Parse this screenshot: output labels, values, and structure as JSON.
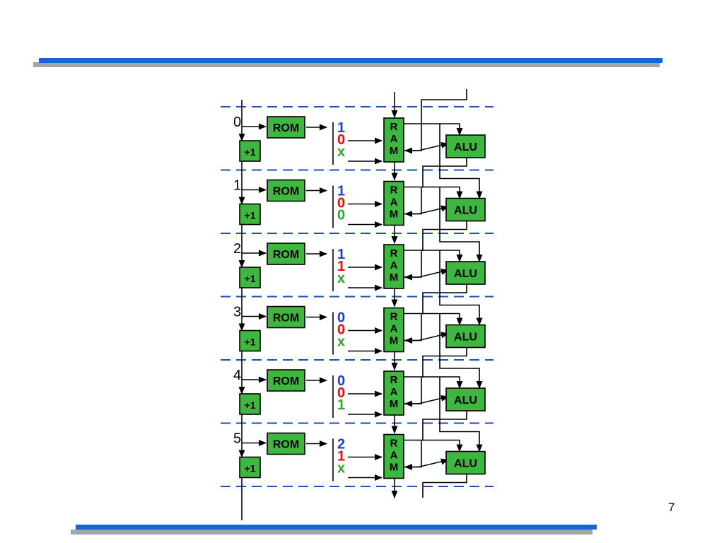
{
  "slide": {
    "page_number": "7",
    "colors": {
      "bar_blue": "#1866d6",
      "bar_shadow": "#a0a8a4",
      "box_green": "#3fb63f",
      "dash_blue": "#1a4fb3",
      "digit_blue": "#1f3fc8",
      "digit_red": "#e01010",
      "digit_green": "#2fa82f"
    }
  },
  "diagram": {
    "rom_label": "ROM",
    "alu_label": "ALU",
    "inc_label": "+1",
    "ram_letters": [
      "R",
      "A",
      "M"
    ],
    "stages": [
      {
        "index": "0",
        "digits": [
          "1",
          "0",
          "x"
        ]
      },
      {
        "index": "1",
        "digits": [
          "1",
          "0",
          "0"
        ]
      },
      {
        "index": "2",
        "digits": [
          "1",
          "1",
          "x"
        ]
      },
      {
        "index": "3",
        "digits": [
          "0",
          "0",
          "x"
        ]
      },
      {
        "index": "4",
        "digits": [
          "0",
          "0",
          "1"
        ]
      },
      {
        "index": "5",
        "digits": [
          "2",
          "1",
          "x"
        ]
      }
    ]
  }
}
